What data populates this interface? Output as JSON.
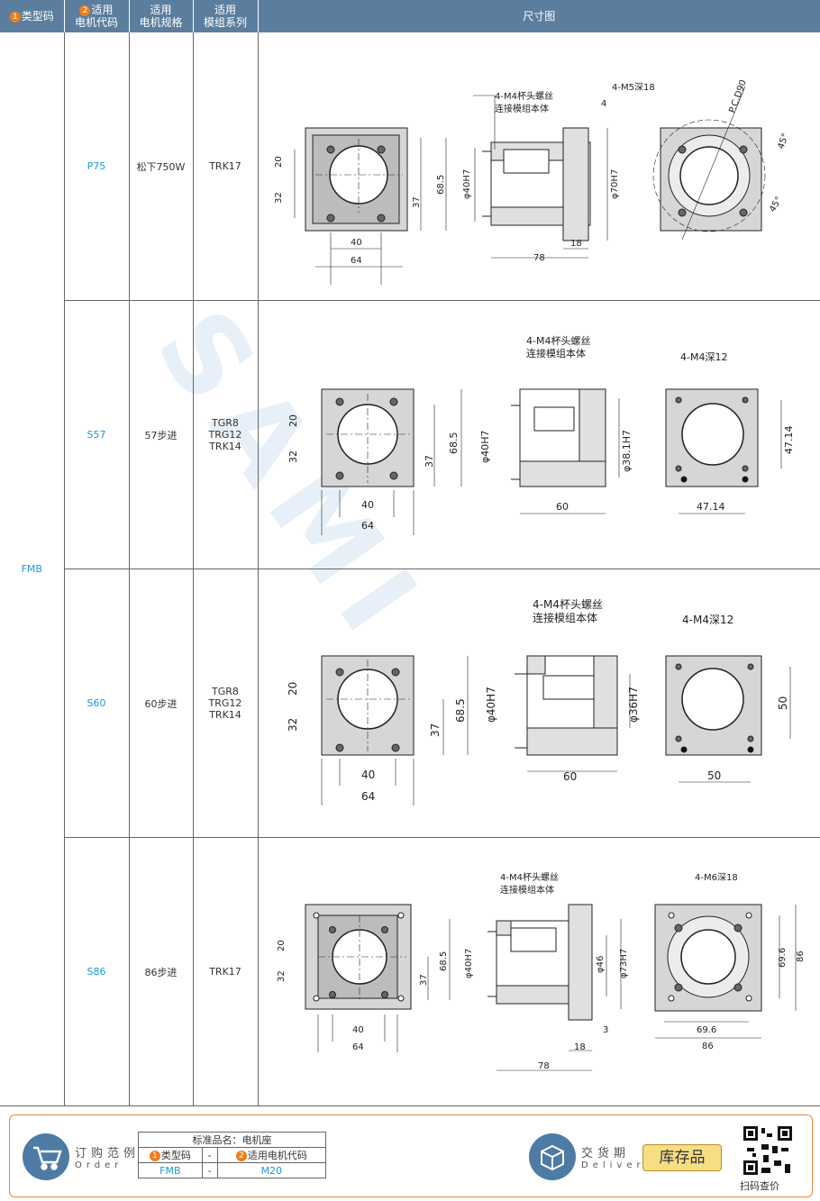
{
  "header": {
    "col1_num": "1",
    "col1": "类型码",
    "col2_num": "2",
    "col2_a": "适用",
    "col2_b": "电机代码",
    "col3_a": "适用",
    "col3_b": "电机规格",
    "col4_a": "适用",
    "col4_b": "模组系列",
    "col5": "尺寸图"
  },
  "type_code": "FMB",
  "rows": [
    {
      "code": "P75",
      "spec": "松下750W",
      "series": [
        "TRK17"
      ]
    },
    {
      "code": "S57",
      "spec": "57步进",
      "series": [
        "TGR8",
        "TRG12",
        "TRK14"
      ]
    },
    {
      "code": "S60",
      "spec": "60步进",
      "series": [
        "TGR8",
        "TRG12",
        "TRK14"
      ]
    },
    {
      "code": "S86",
      "spec": "86步进",
      "series": [
        "TRK17"
      ]
    }
  ],
  "drawings": {
    "r1": {
      "screw1": "4-M4杯头螺丝",
      "screw2": "连接模组本体",
      "hole": "4-M5深18",
      "d20": "20",
      "d32": "32",
      "d37": "37",
      "d685": "68.5",
      "d40": "40",
      "d64": "64",
      "d4": "4",
      "bore": "φ40H7",
      "out": "φ70H7",
      "d18": "18",
      "d78": "78",
      "pcd": "P.C.D90",
      "a1": "45°",
      "a2": "45°"
    },
    "r2": {
      "screw1": "4-M4杯头螺丝",
      "screw2": "连接模组本体",
      "hole": "4-M4深12",
      "d20": "20",
      "d32": "32",
      "d37": "37",
      "d685": "68.5",
      "d40": "40",
      "d64": "64",
      "bore": "φ40H7",
      "out": "φ38.1H7",
      "d60": "60",
      "sq": "47.14",
      "sq2": "47.14"
    },
    "r3": {
      "screw1": "4-M4杯头螺丝",
      "screw2": "连接模组本体",
      "hole": "4-M4深12",
      "d20": "20",
      "d32": "32",
      "d37": "37",
      "d685": "68.5",
      "d40": "40",
      "d64": "64",
      "bore": "φ40H7",
      "out": "φ36H7",
      "d60": "60",
      "sq": "50",
      "sq2": "50"
    },
    "r4": {
      "screw1": "4-M4杯头螺丝",
      "screw2": "连接模组本体",
      "hole": "4-M6深18",
      "d20": "20",
      "d32": "32",
      "d37": "37",
      "d685": "68.5",
      "d40": "40",
      "d64": "64",
      "bore": "φ40H7",
      "d46": "φ46",
      "out": "φ73H7",
      "d3": "3",
      "d18": "18",
      "d78": "78",
      "d696": "69.6",
      "d86": "86",
      "d696b": "69.6",
      "d86b": "86"
    }
  },
  "watermark": "SAMI",
  "footer": {
    "order_label": "订购范例",
    "order_sub": "Order",
    "std_name": "标准品名：电机座",
    "th1_num": "1",
    "th1": "类型码",
    "dash": "-",
    "th2_num": "2",
    "th2": "适用电机代码",
    "v1": "FMB",
    "v2": "M20",
    "deliv_label": "交货期",
    "deliv_sub": "Delivery",
    "stock": "库存品",
    "qr_label": "扫码查价"
  },
  "colors": {
    "header_bg": "#5b7e9e",
    "code": "#1a9ad6",
    "badge": "#f07c1a",
    "footer_border": "#e8883a"
  }
}
